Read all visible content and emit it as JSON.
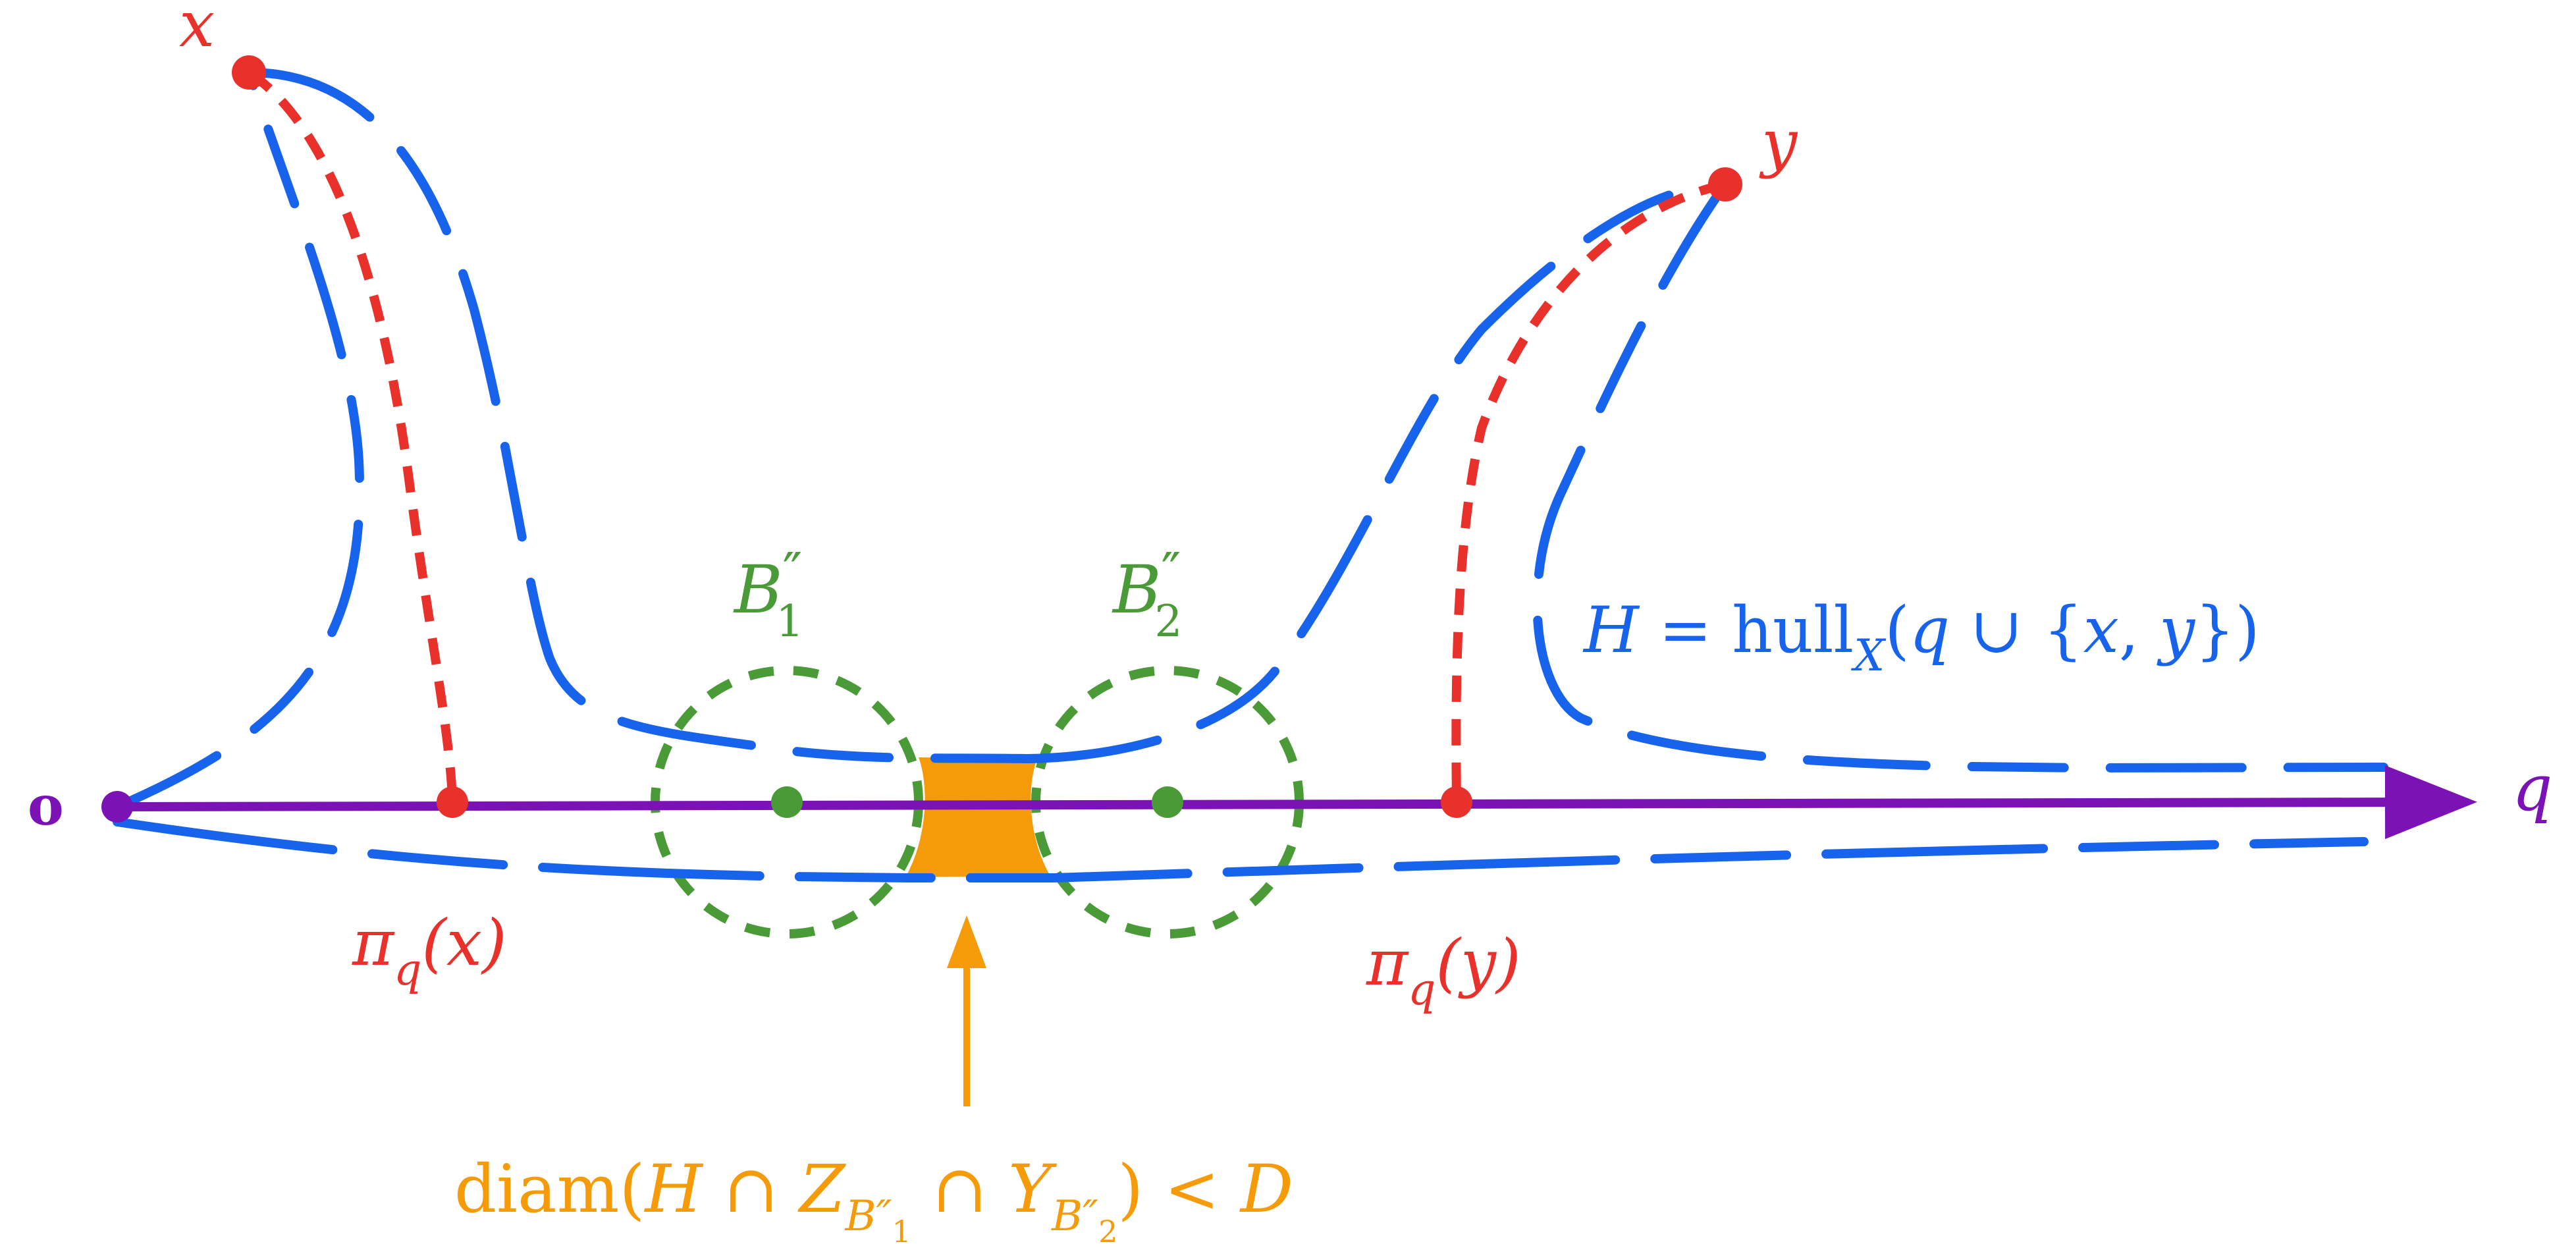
{
  "colors": {
    "hull": "#1763EC",
    "geodesic": "#E8312B",
    "axis": "#7A12B5",
    "ball": "#4A9A37",
    "region": "#F59B0A"
  },
  "labels": {
    "x": "x",
    "y": "y",
    "q": "q",
    "origin": "o",
    "pi_q": "π",
    "pi_sub": "q",
    "pi_x_arg": "(x)",
    "pi_y_arg": "(y)",
    "b1_main": "B",
    "b1_prime": "″",
    "b1_sub": "1",
    "b2_main": "B",
    "b2_prime": "″",
    "b2_sub": "2",
    "hull_H": "H",
    "hull_eq": " = hull",
    "hull_sub": "X",
    "hull_open": "(",
    "hull_q": "q",
    "hull_cup": " ∪ {",
    "hull_x": "x",
    "hull_comma": ", ",
    "hull_y": "y",
    "hull_close": "})",
    "diam_word": "diam(",
    "diam_H": "H",
    "diam_cap1": " ∩ ",
    "diam_Z": "Z",
    "diam_Zsub": "B″",
    "diam_Zsub2": "1",
    "diam_cap2": " ∩ ",
    "diam_Y": "Y",
    "diam_Ysub": "B″",
    "diam_Ysub2": "2",
    "diam_close": ") < ",
    "diam_D": "D"
  }
}
